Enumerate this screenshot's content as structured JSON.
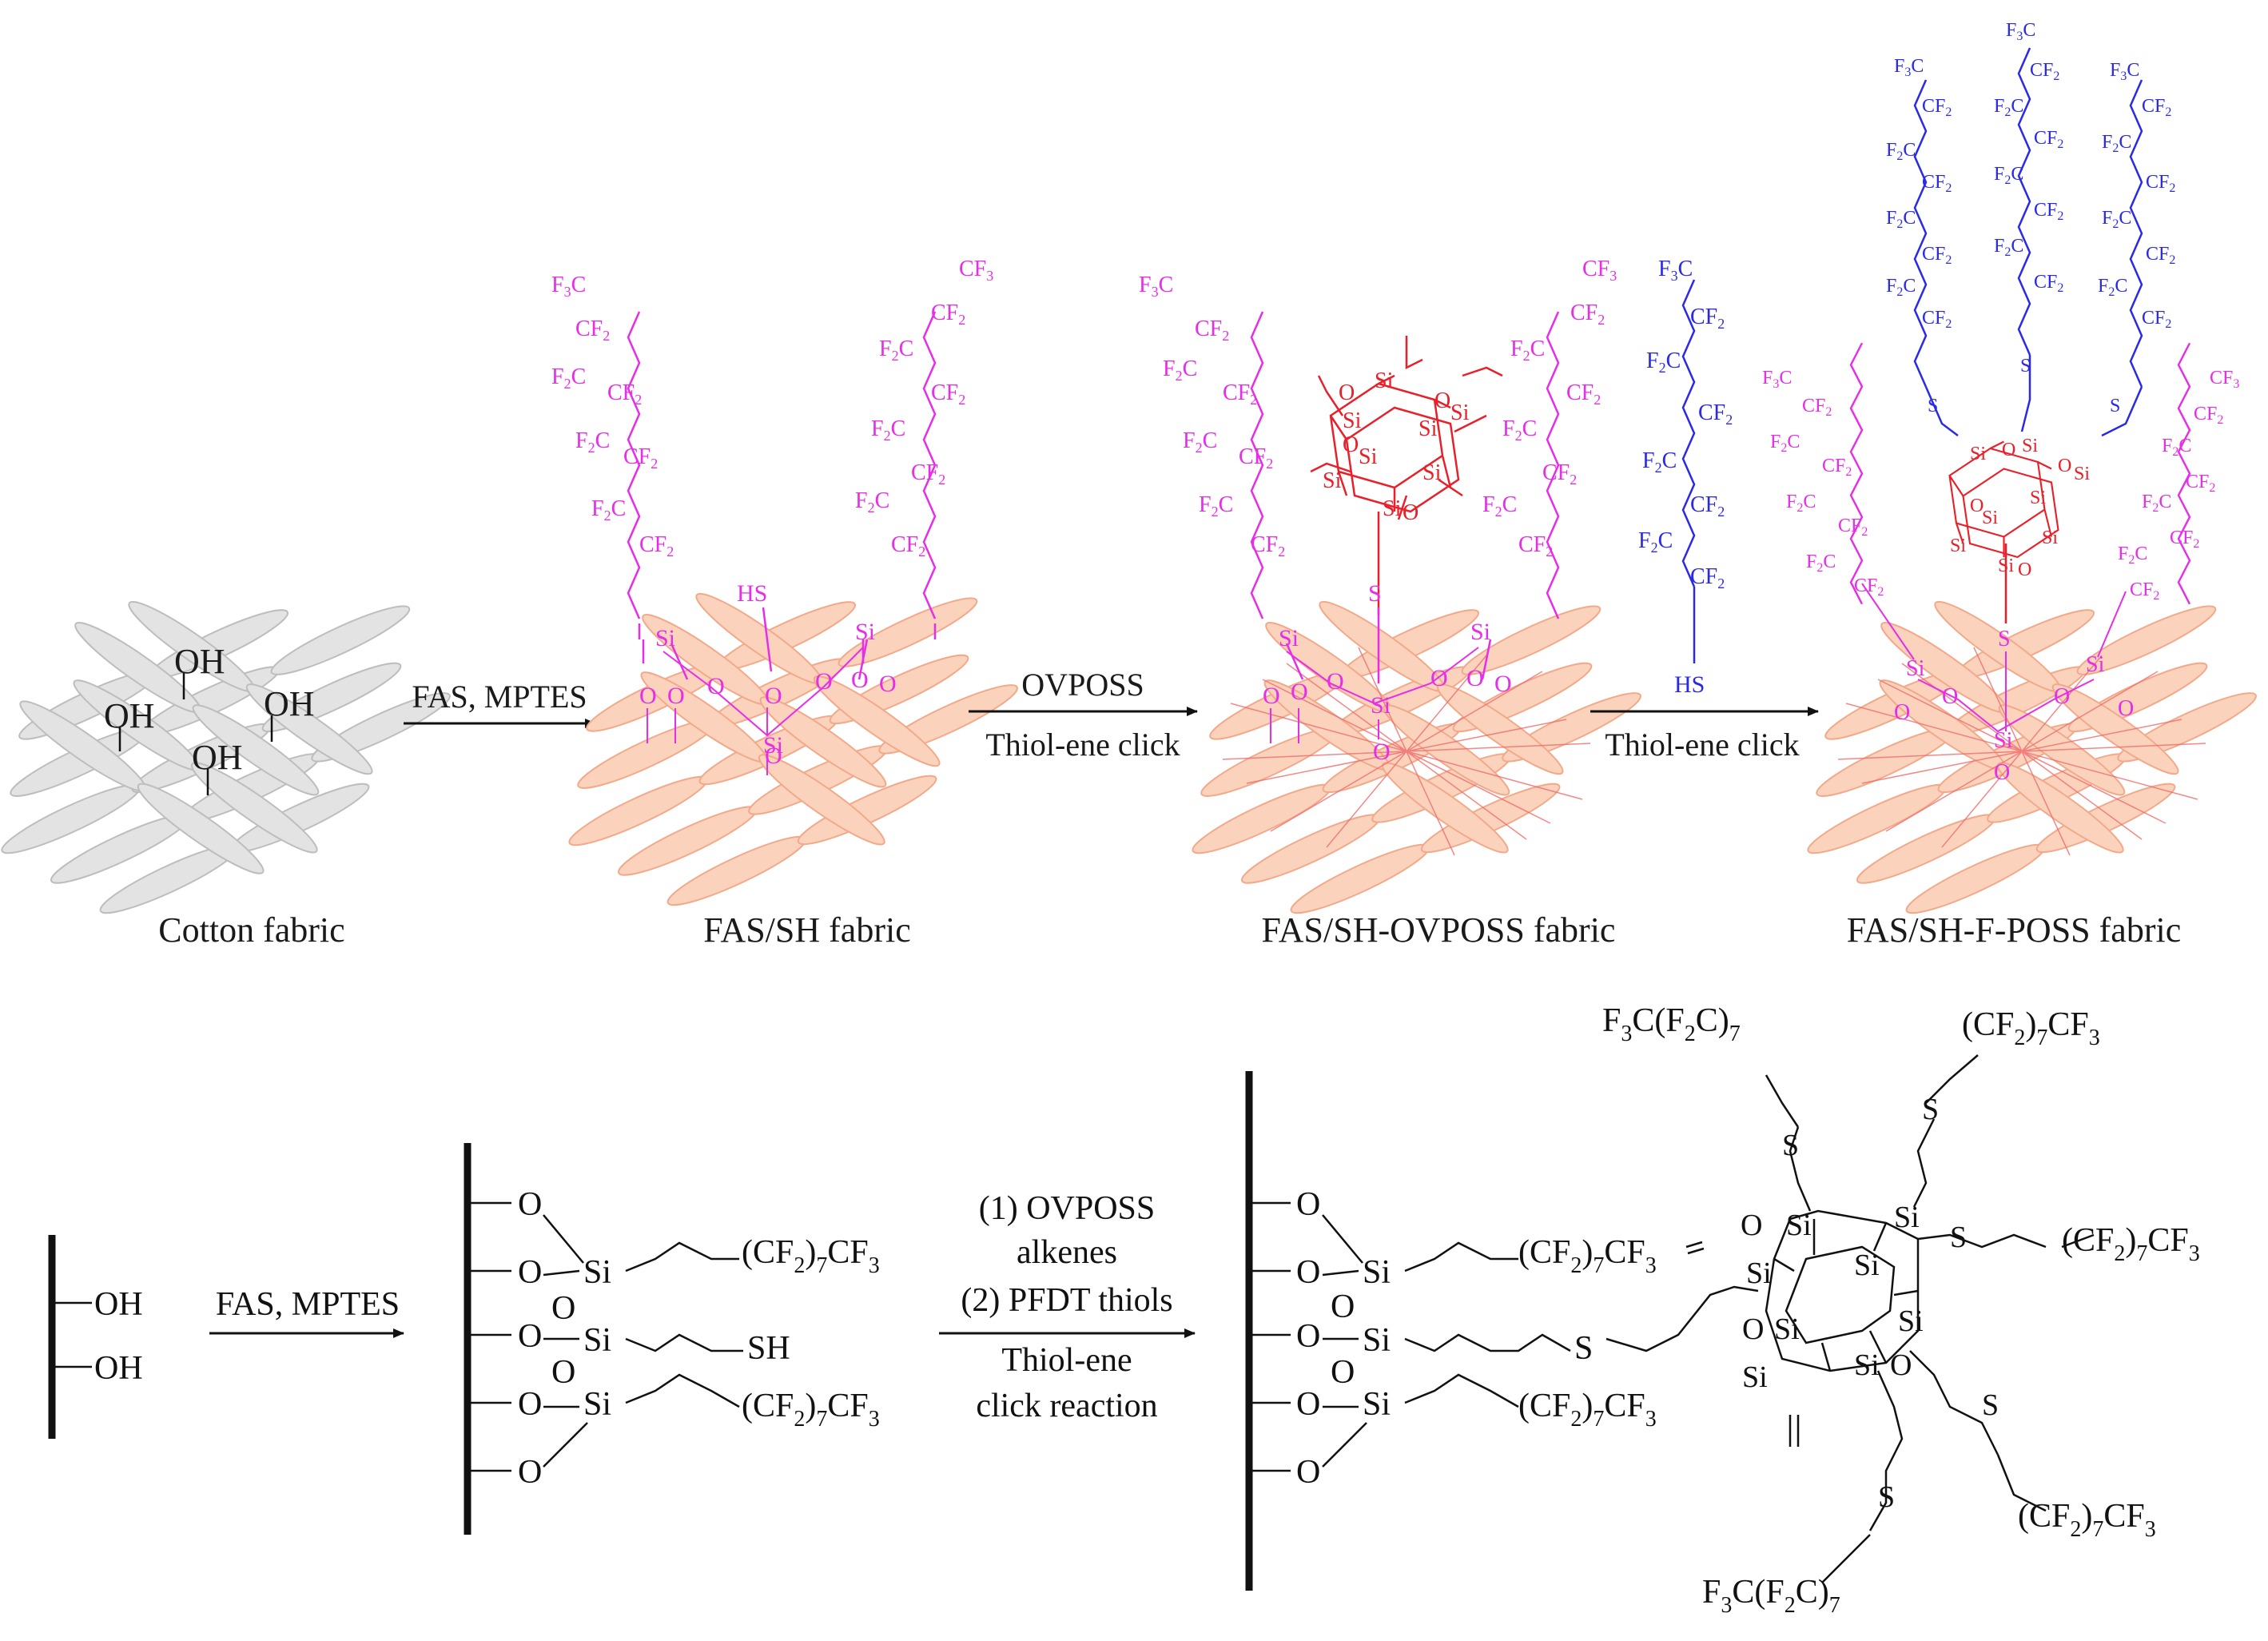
{
  "panels": [
    {
      "id": "cotton",
      "caption": "Cotton fabric",
      "groups": [
        "OH",
        "OH",
        "OH",
        "OH"
      ]
    },
    {
      "id": "fas_sh",
      "caption": "FAS/SH fabric",
      "thiol": "HS"
    },
    {
      "id": "ovposs",
      "caption": "FAS/SH-OVPOSS fabric"
    },
    {
      "id": "fposs",
      "caption": "FAS/SH-F-POSS fabric"
    }
  ],
  "arrows": {
    "a1": {
      "line1": "FAS, MPTES"
    },
    "a2": {
      "line1": "OVPOSS",
      "line2": "Thiol-ene click"
    },
    "a3": {
      "line1": "Thiol-ene click"
    }
  },
  "thiol_reagent": {
    "head": "HS"
  },
  "atoms": {
    "si": "Si",
    "o": "O",
    "s": "S",
    "sh": "SH",
    "oh": "OH",
    "hs": "HS"
  },
  "chain_units": {
    "cf3": "CF",
    "cf2": "CF",
    "f3c": "F",
    "f2c": "F",
    "sub2": "2",
    "sub3": "3",
    "c": "C"
  },
  "bottom": {
    "step1": "FAS, MPTES",
    "step2": [
      "(1) OVPOSS",
      "alkenes",
      "(2) PFDT thiols",
      "Thiol-ene",
      "click reaction"
    ],
    "rf_right": {
      "a": "(CF",
      "b": "2",
      "c": ")",
      "d": "7",
      "e": "CF",
      "f": "3"
    },
    "rf_left": {
      "a": "F",
      "b": "3",
      "c": "C(F",
      "d": "2",
      "e": "C)",
      "f": "7"
    }
  },
  "colors": {
    "fluoro_chain": "#e62ee6",
    "perfluoro_thiol": "#2a2ae6",
    "poss": "#e8202a",
    "fabric_white": "#d9d9d9",
    "fabric_pink": "#f7b89a"
  }
}
